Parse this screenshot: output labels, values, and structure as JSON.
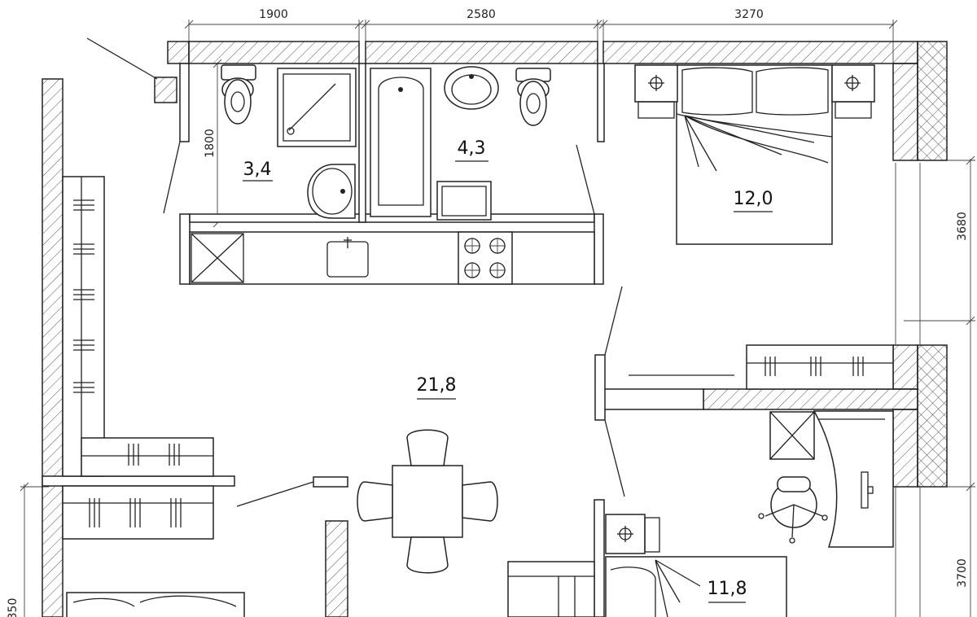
{
  "dimensions": {
    "top_1": "1900",
    "top_2": "2580",
    "top_3": "3270",
    "left_bath": "1800",
    "right_bedroom": "3680",
    "right_bedroom2": "3700",
    "left_bottom": "350"
  },
  "rooms": {
    "wc_area": "3,4",
    "bathroom_area": "4,3",
    "bedroom_area": "12,0",
    "living_area": "21,8",
    "bedroom2_area": "11,8"
  }
}
